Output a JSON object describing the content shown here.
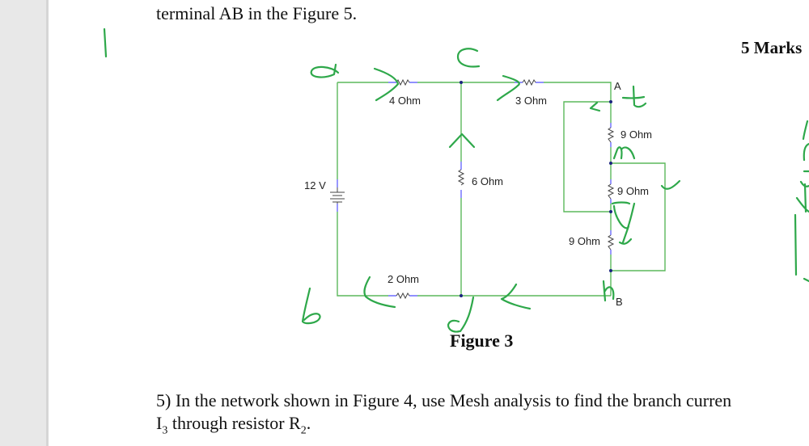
{
  "document": {
    "top_line": "terminal AB in the Figure 5.",
    "marks_label": "5 Marks",
    "figure_caption": "Figure 3",
    "question5": {
      "line1": "5) In the network shown in Figure 4, use Mesh analysis to find the branch curren",
      "line2_prefix": "I",
      "line2_sub1": "3",
      "line2_mid": " through resistor R",
      "line2_sub2": "2",
      "line2_suffix": "."
    }
  },
  "circuit": {
    "source": "12 V",
    "resistors": {
      "r_top_left": "4 Ohm",
      "r_top_right": "3 Ohm",
      "r_middle": "6 Ohm",
      "r_bottom": "2 Ohm",
      "r_right_upper": "9 Ohm",
      "r_right_middle": "9 Ohm",
      "r_right_lower": "9 Ohm"
    },
    "terminals": {
      "a": "A",
      "b": "B"
    },
    "colors": {
      "wire": "#5cb85c",
      "lead": "#6b6bff",
      "node": "#1a237e",
      "ink": "#2ea84a"
    }
  },
  "annotations": {
    "node_a": "a",
    "node_b": "b",
    "node_c": "c",
    "node_d": "d",
    "note_t": "t",
    "note_m": "m",
    "note_y": "y",
    "note_h": "h"
  }
}
